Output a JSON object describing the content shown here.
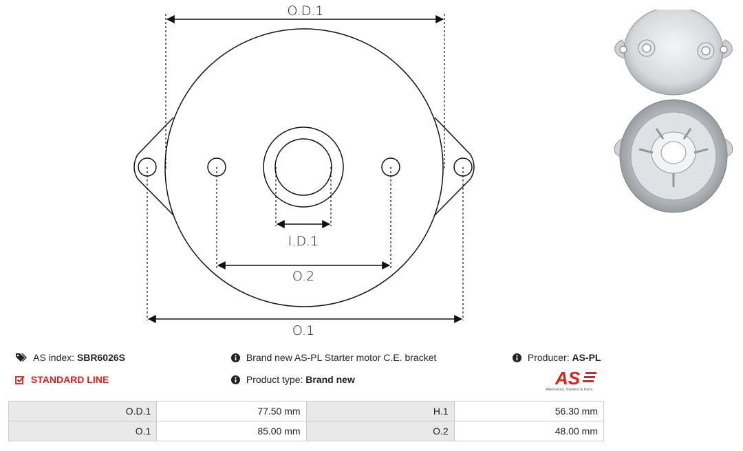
{
  "drawing": {
    "labels": {
      "od1": "O.D.1",
      "id1": "I.D.1",
      "o2": "O.2",
      "o1": "O.1"
    }
  },
  "photos": {
    "top": "bracket-top-photo",
    "bottom": "bracket-bottom-photo"
  },
  "info": {
    "as_index_label": "AS index:",
    "as_index_value": "SBR6026S",
    "description": "Brand new AS-PL Starter motor C.E. bracket",
    "producer_label": "Producer:",
    "producer_value": "AS-PL",
    "line": "STANDARD LINE",
    "product_type_label": "Product type:",
    "product_type_value": "Brand new"
  },
  "logo": {
    "text": "AS",
    "subtitle": "Alternators, Starters & Parts"
  },
  "specs": [
    {
      "label1": "O.D.1",
      "value1": "77.50 mm",
      "label2": "H.1",
      "value2": "56.30 mm"
    },
    {
      "label1": "O.1",
      "value1": "85.00 mm",
      "label2": "O.2",
      "value2": "48.00 mm"
    }
  ],
  "colors": {
    "accent": "#e0211b",
    "table_label_bg": "#e9e9e9",
    "table_border": "#c9c9c9"
  }
}
